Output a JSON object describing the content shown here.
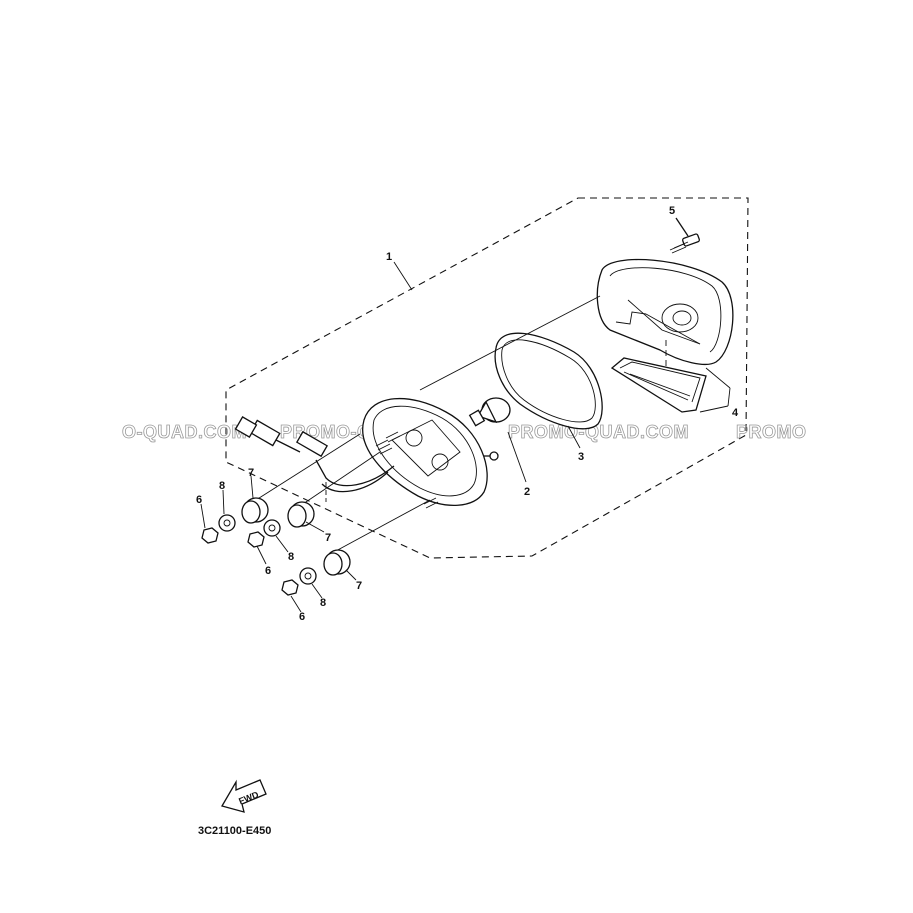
{
  "callouts": {
    "c1": "1",
    "c2": "2",
    "c3": "3",
    "c4": "4",
    "c5": "5",
    "c6a": "6",
    "c6b": "6",
    "c6c": "6",
    "c7a": "7",
    "c7b": "7",
    "c7c": "7",
    "c8a": "8",
    "c8b": "8",
    "c8c": "8"
  },
  "watermark": {
    "w1": "O-QUAD.COM",
    "w2": "PROMO-QUAD.COM",
    "w3": "PROMO-QUAD.COM",
    "w4": "PROMO"
  },
  "fwd_label": "FWD",
  "diagram_code": "3C21100-E450"
}
